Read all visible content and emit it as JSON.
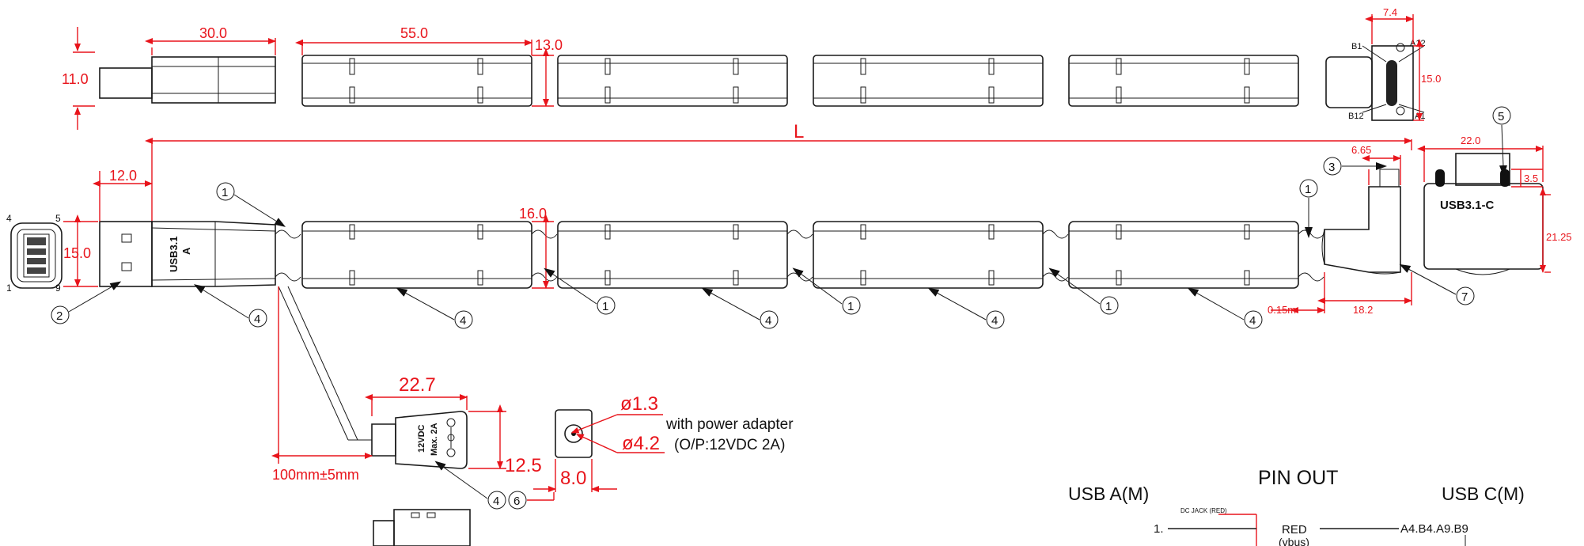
{
  "dimensions": {
    "d30": "30.0",
    "d55": "55.0",
    "d13": "13.0",
    "d11": "11.0",
    "d7_4": "7.4",
    "d15_side": "15.0",
    "dL": "L",
    "d12": "12.0",
    "d15": "15.0",
    "d16": "16.0",
    "d6_65": "6.65",
    "d22": "22.0",
    "d3_5": "3.5",
    "d21_25": "21.25",
    "d0_15m": "0.15m",
    "d18_2": "18.2",
    "d22_7": "22.7",
    "d12_5": "12.5",
    "d100": "100mm±5mm",
    "d8": "8.0",
    "phi13": "ø1.3",
    "phi42": "ø4.2"
  },
  "pin_labels": {
    "b1": "B1",
    "a12": "A12",
    "b12": "B12",
    "a1": "A1",
    "p4": "4",
    "p5": "5",
    "p1": "1",
    "p9": "9"
  },
  "callouts": {
    "c1": "1",
    "c2": "2",
    "c3": "3",
    "c4": "4",
    "c5": "5",
    "c6": "6",
    "c7": "7"
  },
  "connector_text": {
    "usb_a_label_1": "USB3.1",
    "usb_a_label_2": "A",
    "usb_c_label": "USB3.1-C",
    "adapter_1": "12VDC",
    "adapter_2": "Max. 2A"
  },
  "notes": {
    "power_1": "with power adapter",
    "power_2": "(O/P:12VDC 2A)"
  },
  "pinout": {
    "title": "PIN OUT",
    "left": "USB A(M)",
    "right": "USB C(M)",
    "row_index": "1.",
    "dc_jack": "DC JACK (RED)",
    "wire_color": "RED",
    "wire_sub": "(vbus)",
    "pins": "A4.B4.A9.B9"
  },
  "colors": {
    "dimension": "#e8141b",
    "line": "#1a1a1a"
  }
}
